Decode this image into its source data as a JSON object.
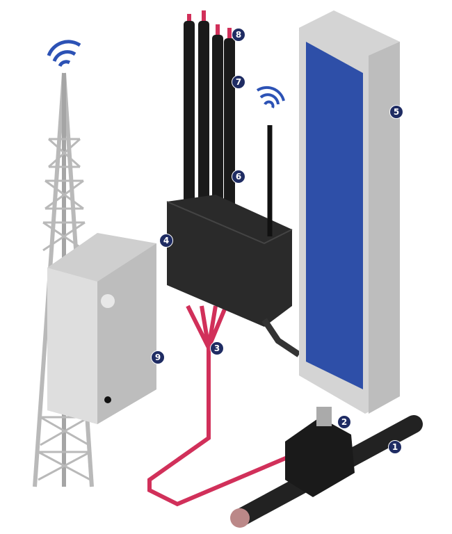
{
  "badges": [
    {
      "id": "1",
      "label": "1"
    },
    {
      "id": "2",
      "label": "2"
    },
    {
      "id": "3",
      "label": "3"
    },
    {
      "id": "4",
      "label": "4"
    },
    {
      "id": "5",
      "label": "5"
    },
    {
      "id": "6",
      "label": "6"
    },
    {
      "id": "7",
      "label": "7"
    },
    {
      "id": "8",
      "label": "8"
    },
    {
      "id": "9",
      "label": "9"
    }
  ],
  "colors": {
    "badge": "#1f2c63",
    "cable": "#d1305a",
    "panel": "#2e4fa8",
    "frame": "#c9c9c9",
    "wifi": "#2c52b5"
  }
}
